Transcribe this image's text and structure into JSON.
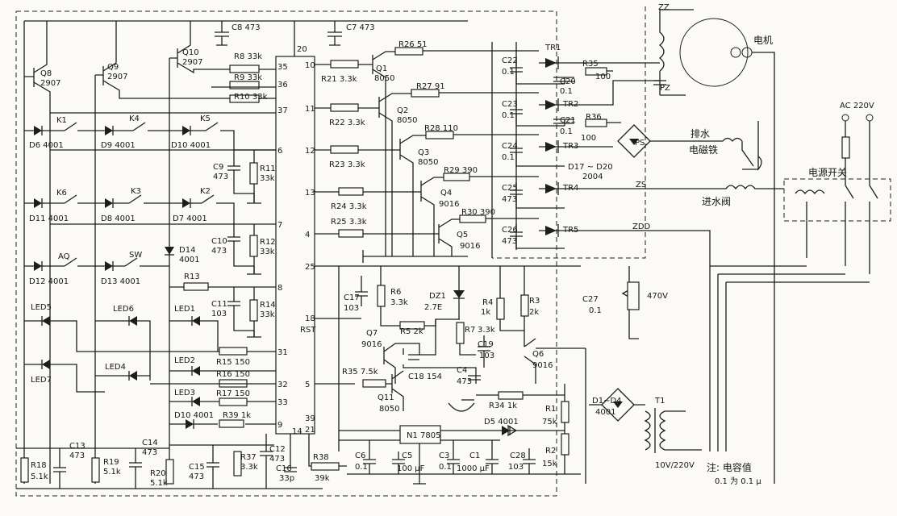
{
  "ic": {
    "pins_left": [
      "35",
      "36",
      "37",
      "6",
      "7",
      "8",
      "31",
      "32",
      "33",
      "9"
    ],
    "pins_right": [
      "10",
      "11",
      "12",
      "13",
      "4",
      "25",
      "18",
      "5",
      "39",
      "21"
    ],
    "pin_top": "20",
    "pin_bottom": "14",
    "rst": "RST"
  },
  "labels": {
    "c8": "C8  473",
    "c7": "C7  473",
    "q8": "Q8",
    "q8v": "2907",
    "q9": "Q9",
    "q9v": "2907",
    "q10": "Q10",
    "q10v": "2907",
    "r8": "R8  33k",
    "r9": "R9  33k",
    "r10": "R10  33k",
    "k1": "K1",
    "d6": "D6  4001",
    "k4": "K4",
    "d9": "D9  4001",
    "k5": "K5",
    "d10a": "D10  4001",
    "c9": "C9",
    "c9v": "473",
    "r11": "R11",
    "r11v": "33k",
    "k6": "K6",
    "d11": "D11  4001",
    "k3": "K3",
    "d8": "D8  4001",
    "k2": "K2",
    "d7": "D7  4001",
    "d14": "D14",
    "d14v": "4001",
    "c10": "C10",
    "c10v": "473",
    "r12": "R12",
    "r12v": "33k",
    "aq": "AQ",
    "d12": "D12  4001",
    "sw": "SW",
    "d13": "D13  4001",
    "r13": "R13",
    "led5": "LED5",
    "led6": "LED6",
    "led1": "LED1",
    "c11": "C11",
    "c11v": "103",
    "r14": "R14",
    "r14v": "33k",
    "led7": "LED7",
    "led4": "LED4",
    "led2": "LED2",
    "r15": "R15  150",
    "r16": "R16  150",
    "led3": "LED3",
    "r17": "R17  150",
    "d10b": "D10  4001",
    "r39": "R39  1k",
    "r18": "R18",
    "r18v": "5.1k",
    "c13": "C13",
    "c13v": "473",
    "r19": "R19",
    "r19v": "5.1k",
    "c14": "C14",
    "c14v": "473",
    "r20": "R20",
    "r20v": "5.1k",
    "c15": "C15",
    "c15v": "473",
    "r37": "R37",
    "r37v": "3.3k",
    "c12": "C12",
    "c12v": "473",
    "c16": "C16",
    "c16v": "33p",
    "r38": "R38",
    "r38v": "39k",
    "r26": "R26  51",
    "q1": "Q1",
    "q1v": "8050",
    "r21": "R21  3.3k",
    "r27": "R27  91",
    "q2": "Q2",
    "q2v": "8050",
    "r22": "R22  3.3k",
    "r28": "R28  110",
    "q3": "Q3",
    "q3v": "8050",
    "r23": "R23  3.3k",
    "r29": "R29  390",
    "q4": "Q4",
    "q4v": "9016",
    "r24": "R24  3.3k",
    "r30": "R30  390",
    "q5": "Q5",
    "q5v": "9016",
    "r25": "R25  3.3k",
    "tr1": "TR1",
    "c22": "C22",
    "c22v": "0.1",
    "r35a": "R35",
    "r35av": "100",
    "c20": "C20",
    "c20v": "0.1",
    "tr2": "TR2",
    "c23": "C23",
    "c23v": "0.1",
    "c21": "C21",
    "c21v": "0.1",
    "r36": "R36",
    "r36v": "100",
    "tr3": "TR3",
    "c24": "C24",
    "c24v": "0.1",
    "d17": "D17 ~ D20",
    "d17v": "2004",
    "tr4": "TR4",
    "c25": "C25",
    "c25v": "473",
    "tr5": "TR5",
    "c26": "C26",
    "c26v": "473",
    "zz": "ZZ",
    "pz": "PZ",
    "ps": "PS",
    "zs": "ZS",
    "zdd": "ZDD",
    "motor": "电机",
    "drain": "排水",
    "drain2": "电磁铁",
    "inlet": "进水阀",
    "ac": "AC  220V",
    "powersw": "电源开关",
    "c17": "C17",
    "c17v": "103",
    "r6": "R6",
    "r6v": "3.3k",
    "dz1": "DZ1",
    "dz1v": "2.7E",
    "r4": "R4",
    "r4v": "1k",
    "r3": "R3",
    "r3v": "2k",
    "c27": "C27",
    "c27v": "0.1",
    "v470": "470V",
    "q7": "Q7",
    "q7v": "9016",
    "r5": "R5   2k",
    "r7": "R7",
    "r7v": "3.3k",
    "c19": "C19",
    "c19v": "103",
    "q6": "Q6",
    "q6v": "9016",
    "r35b": "R35  7.5k",
    "c18": "C18  154",
    "c4": "C4",
    "c4v": "473",
    "q11": "Q11",
    "q11v": "8050",
    "r34": "R34   1k",
    "r1": "R1",
    "r1v": "75k",
    "d1d4": "D1~D4",
    "d1d4v": "4001",
    "t1": "T1",
    "d5": "D5  4001",
    "n1": "N1  7805",
    "c6": "C6",
    "c6v": "0.1",
    "c5": "C5",
    "c5v": "100 μF",
    "c3": "C3",
    "c3v": "0.1",
    "c1": "C1",
    "c1v": "1000 μF",
    "c28": "C28",
    "c28v": "103",
    "r2": "R2",
    "r2v": "15k",
    "t1v": "10V/220V",
    "note": "注: 电容值",
    "note2": "0.1 为 0.1 μ"
  }
}
